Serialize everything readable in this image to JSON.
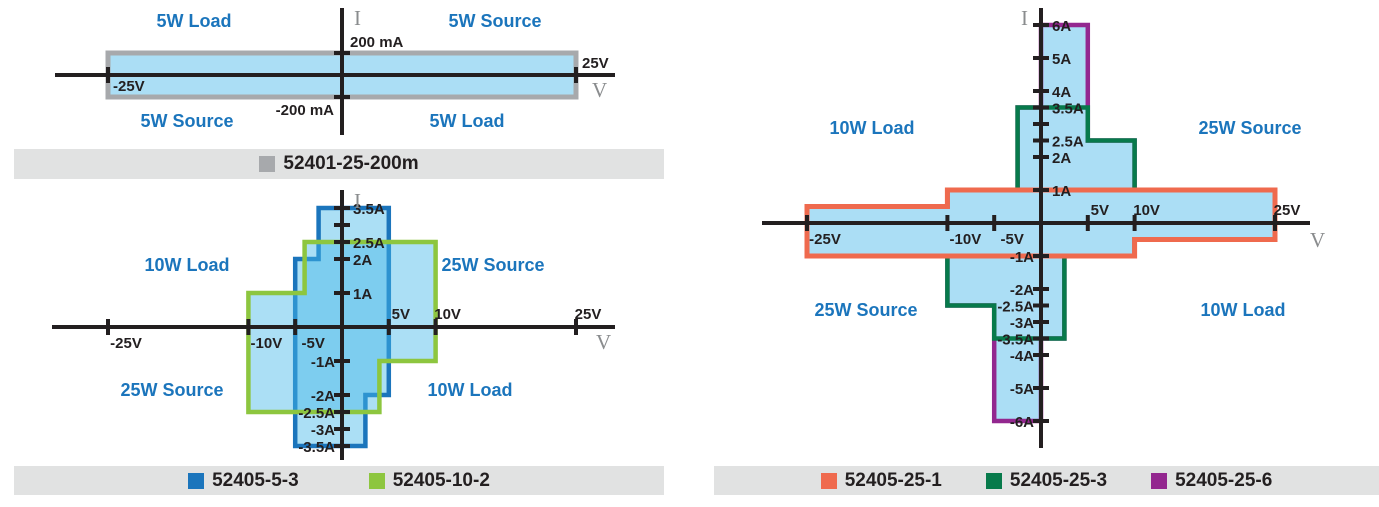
{
  "colors": {
    "fill_light": "#abdef5",
    "fill_translucent": "rgba(68,184,233,0.45)",
    "axis": "#231f20",
    "axis_letter_gray": "#8a8c8e",
    "quadrant_label_blue": "#1b75bc",
    "tick_label": "#231f20",
    "legend_bar_bg": "#e1e2e2"
  },
  "legends": [
    {
      "id": "legend-top-left",
      "items": [
        {
          "model": "52401-25-200m",
          "color": "#a7a9ac"
        }
      ]
    },
    {
      "id": "legend-bottom-left",
      "items": [
        {
          "model": "52405-5-3",
          "color": "#1b75bc"
        },
        {
          "model": "52405-10-2",
          "color": "#8dc63f"
        }
      ]
    },
    {
      "id": "legend-right",
      "items": [
        {
          "model": "52405-25-1",
          "color": "#ef6a4e"
        },
        {
          "model": "52405-25-3",
          "color": "#077a4b"
        },
        {
          "model": "52405-25-6",
          "color": "#93278f"
        }
      ]
    }
  ],
  "chart_data": [
    {
      "id": "c1",
      "type": "area",
      "x_unit": "V",
      "y_unit": "A",
      "xlim": [
        -25,
        25
      ],
      "ylim": [
        -0.2,
        0.2
      ],
      "axis_letters": {
        "x": "V",
        "y": "I"
      },
      "x_ticks": [
        {
          "v": -25,
          "label": "-25V"
        },
        {
          "v": 25,
          "label": "25V"
        }
      ],
      "y_ticks": [
        {
          "v": 0.2,
          "label": "200 mA"
        },
        {
          "v": -0.2,
          "label": "-200 mA"
        }
      ],
      "quadrants": [
        {
          "text": "5W Load",
          "x": 194,
          "y": 27
        },
        {
          "text": "5W Source",
          "x": 495,
          "y": 27
        },
        {
          "text": "5W Source",
          "x": 187,
          "y": 127
        },
        {
          "text": "5W Load",
          "x": 467,
          "y": 127
        }
      ],
      "series": [
        {
          "model": "52401-25-200m",
          "stroke": "#a7a9ac",
          "stroke_width": 5,
          "fill": "#abdef5",
          "points": [
            [
              -25,
              0.2
            ],
            [
              25,
              0.2
            ],
            [
              25,
              -0.2
            ],
            [
              -25,
              -0.2
            ]
          ]
        }
      ]
    },
    {
      "id": "c2",
      "type": "area",
      "x_unit": "V",
      "y_unit": "A",
      "xlim": [
        -25,
        25
      ],
      "ylim": [
        -3.5,
        3.5
      ],
      "axis_letters": {
        "x": "V",
        "y": "I"
      },
      "x_ticks": [
        {
          "v": -25,
          "label": "-25V"
        },
        {
          "v": -10,
          "label": "-10V"
        },
        {
          "v": -5,
          "label": "-5V"
        },
        {
          "v": 5,
          "label": "5V"
        },
        {
          "v": 10,
          "label": "10V"
        },
        {
          "v": 25,
          "label": "25V"
        }
      ],
      "y_ticks": [
        {
          "v": 3.5,
          "label": "3.5A"
        },
        {
          "v": 3,
          "label": null
        },
        {
          "v": 2.5,
          "label": "2.5A"
        },
        {
          "v": 2,
          "label": "2A"
        },
        {
          "v": 1,
          "label": "1A"
        },
        {
          "v": -1,
          "label": "-1A"
        },
        {
          "v": -2,
          "label": "-2A"
        },
        {
          "v": -2.5,
          "label": "-2.5A"
        },
        {
          "v": -3,
          "label": "-3A"
        },
        {
          "v": -3.5,
          "label": "-3.5A"
        }
      ],
      "quadrants": [
        {
          "text": "10W Load",
          "x": 187,
          "y": 271
        },
        {
          "text": "25W Source",
          "x": 493,
          "y": 271
        },
        {
          "text": "25W Source",
          "x": 172,
          "y": 396
        },
        {
          "text": "10W Load",
          "x": 470,
          "y": 396
        }
      ],
      "series": [
        {
          "model": "52405-5-3",
          "stroke": "#1b75bc",
          "stroke_width": 4.5,
          "fill": "rgba(68,184,233,0.45)",
          "points": [
            [
              -2.5,
              3.5
            ],
            [
              5,
              3.5
            ],
            [
              5,
              -2
            ],
            [
              2.5,
              -2
            ],
            [
              2.5,
              -3.5
            ],
            [
              -5,
              -3.5
            ],
            [
              -5,
              2
            ],
            [
              -2.5,
              2
            ]
          ]
        },
        {
          "model": "52405-10-2",
          "stroke": "#8dc63f",
          "stroke_width": 4.5,
          "fill": "rgba(68,184,233,0.45)",
          "points": [
            [
              -4,
              2.5
            ],
            [
              10,
              2.5
            ],
            [
              10,
              -1
            ],
            [
              4,
              -1
            ],
            [
              4,
              -2.5
            ],
            [
              -10,
              -2.5
            ],
            [
              -10,
              1
            ],
            [
              -4,
              1
            ]
          ]
        }
      ]
    },
    {
      "id": "c3",
      "type": "area",
      "x_unit": "V",
      "y_unit": "A",
      "xlim": [
        -25,
        25
      ],
      "ylim": [
        -6,
        6
      ],
      "axis_letters": {
        "x": "V",
        "y": "I"
      },
      "x_ticks": [
        {
          "v": -25,
          "label": "-25V"
        },
        {
          "v": -10,
          "label": "-10V"
        },
        {
          "v": -5,
          "label": "-5V"
        },
        {
          "v": 5,
          "label": "5V"
        },
        {
          "v": 10,
          "label": "10V"
        },
        {
          "v": 25,
          "label": "25V"
        }
      ],
      "y_ticks": [
        {
          "v": 6,
          "label": "6A"
        },
        {
          "v": 5,
          "label": "5A"
        },
        {
          "v": 4,
          "label": "4A"
        },
        {
          "v": 3.5,
          "label": "3.5A"
        },
        {
          "v": 3,
          "label": null
        },
        {
          "v": 2.5,
          "label": "2.5A"
        },
        {
          "v": 2,
          "label": "2A"
        },
        {
          "v": 1,
          "label": "1A"
        },
        {
          "v": -1,
          "label": "-1A"
        },
        {
          "v": -2,
          "label": "-2A"
        },
        {
          "v": -2.5,
          "label": "-2.5A"
        },
        {
          "v": -3,
          "label": "-3A"
        },
        {
          "v": -3.5,
          "label": "-3.5A"
        },
        {
          "v": -4,
          "label": "-4A"
        },
        {
          "v": -5,
          "label": "-5A"
        },
        {
          "v": -6,
          "label": "-6A"
        }
      ],
      "quadrants": [
        {
          "text": "10W Load",
          "x": 872,
          "y": 134
        },
        {
          "text": "25W Source",
          "x": 1250,
          "y": 134
        },
        {
          "text": "25W Source",
          "x": 866,
          "y": 316
        },
        {
          "text": "10W Load",
          "x": 1243,
          "y": 316
        }
      ],
      "series": [
        {
          "model": "52405-25-6",
          "stroke": "#93278f",
          "stroke_width": 4.5,
          "fill": "#abdef5",
          "points": [
            [
              -25,
              0.5
            ],
            [
              -10,
              0.5
            ],
            [
              -10,
              1
            ],
            [
              -2.5,
              1
            ],
            [
              -2.5,
              3.5
            ],
            [
              0,
              3.5
            ],
            [
              0,
              6
            ],
            [
              5,
              6
            ],
            [
              5,
              2.5
            ],
            [
              10,
              2.5
            ],
            [
              10,
              1
            ],
            [
              25,
              1
            ],
            [
              25,
              -0.5
            ],
            [
              10,
              -0.5
            ],
            [
              10,
              -1
            ],
            [
              2.5,
              -1
            ],
            [
              2.5,
              -3.5
            ],
            [
              0,
              -3.5
            ],
            [
              0,
              -6
            ],
            [
              -5,
              -6
            ],
            [
              -5,
              -2.5
            ],
            [
              -10,
              -2.5
            ],
            [
              -10,
              -1
            ],
            [
              -25,
              -1
            ]
          ]
        },
        {
          "model": "52405-25-3",
          "stroke": "#077a4b",
          "stroke_width": 4.5,
          "fill": "none",
          "points": [
            [
              -25,
              0.5
            ],
            [
              -10,
              0.5
            ],
            [
              -10,
              1
            ],
            [
              -2.5,
              1
            ],
            [
              -2.5,
              3.5
            ],
            [
              5,
              3.5
            ],
            [
              5,
              2.5
            ],
            [
              10,
              2.5
            ],
            [
              10,
              1
            ],
            [
              25,
              1
            ],
            [
              25,
              -0.5
            ],
            [
              10,
              -0.5
            ],
            [
              10,
              -1
            ],
            [
              2.5,
              -1
            ],
            [
              2.5,
              -3.5
            ],
            [
              -5,
              -3.5
            ],
            [
              -5,
              -2.5
            ],
            [
              -10,
              -2.5
            ],
            [
              -10,
              -1
            ],
            [
              -25,
              -1
            ]
          ]
        },
        {
          "model": "52405-25-1",
          "stroke": "#ef6a4e",
          "stroke_width": 5,
          "fill": "none",
          "points": [
            [
              -25,
              0.5
            ],
            [
              -10,
              0.5
            ],
            [
              -10,
              1
            ],
            [
              25,
              1
            ],
            [
              25,
              -0.5
            ],
            [
              10,
              -0.5
            ],
            [
              10,
              -1
            ],
            [
              -25,
              -1
            ]
          ]
        }
      ]
    }
  ]
}
